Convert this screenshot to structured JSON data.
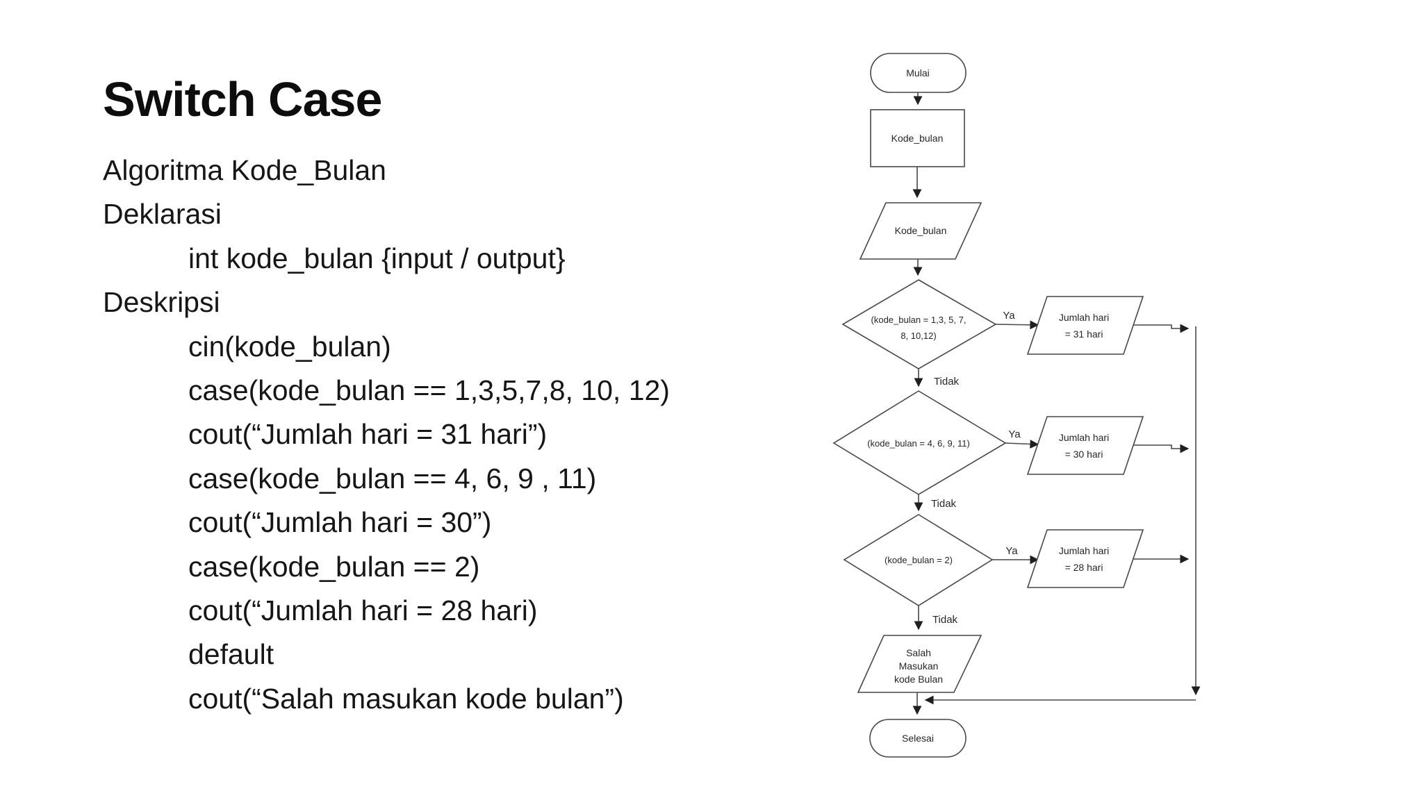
{
  "slide": {
    "title": "Switch Case"
  },
  "algorithm": {
    "lines": [
      {
        "text": "Algoritma Kode_Bulan",
        "indent": false
      },
      {
        "text": "Deklarasi",
        "indent": false
      },
      {
        "text": "int kode_bulan {input / output}",
        "indent": true
      },
      {
        "text": "Deskripsi",
        "indent": false
      },
      {
        "text": "cin(kode_bulan)",
        "indent": true
      },
      {
        "text": "case(kode_bulan == 1,3,5,7,8, 10, 12)",
        "indent": true
      },
      {
        "text": "cout(“Jumlah hari = 31 hari”)",
        "indent": true
      },
      {
        "text": "case(kode_bulan == 4, 6, 9 , 11)",
        "indent": true
      },
      {
        "text": "cout(“Jumlah hari = 30”)",
        "indent": true
      },
      {
        "text": "case(kode_bulan == 2)",
        "indent": true
      },
      {
        "text": "cout(“Jumlah hari = 28 hari)",
        "indent": true
      },
      {
        "text": "default",
        "indent": true
      },
      {
        "text": "cout(“Salah masukan kode bulan”)",
        "indent": true
      }
    ]
  },
  "flowchart": {
    "start_label": "Mulai",
    "process_label": "Kode_bulan",
    "input_label": "Kode_bulan",
    "decision1": {
      "line1": "(kode_bulan = 1,3, 5, 7,",
      "line2": "8, 10,12)"
    },
    "decision2": "(kode_bulan = 4, 6, 9, 11)",
    "decision3": "(kode_bulan = 2)",
    "out31": {
      "line1": "Jumlah hari",
      "line2": "= 31 hari"
    },
    "out30": {
      "line1": "Jumlah hari",
      "line2": "= 30 hari"
    },
    "out28": {
      "line1": "Jumlah hari",
      "line2": "= 28 hari"
    },
    "error_out": {
      "line1": "Salah",
      "line2": "Masukan",
      "line3": "kode Bulan"
    },
    "end_label": "Selesai",
    "label_yes": "Ya",
    "label_no": "Tidak"
  },
  "colors": {
    "line": "#474747",
    "text": "#262626",
    "background": "#ffffff"
  }
}
